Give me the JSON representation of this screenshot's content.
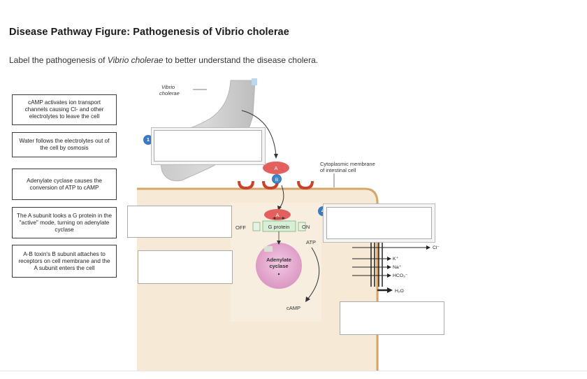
{
  "header": {
    "title": "Disease Pathway Figure: Pathogenesis of Vibrio cholerae",
    "instruction_prefix": "Label the pathogenesis of ",
    "instruction_italic": "Vibrio cholerae",
    "instruction_suffix": " to better understand the disease cholera."
  },
  "label_bank": [
    "cAMP activates ion transport channels causing Cl- and other electrolytes to leave the cell",
    "Water follows the electrolytes out of the cell by osmosis",
    "Adenylate cyclase causes the conversion of ATP to cAMP",
    "The A subunit looks a G protein in the \"active\" mode, turning on adenylate cyclase",
    "A-B toxin's B subunit attaches to receptors on cell membrane and the A subunit enters the cell"
  ],
  "badges": [
    "1",
    "4"
  ],
  "diagram": {
    "vibrio_label_1": "Vibrio",
    "vibrio_label_2": "cholerae",
    "membrane_label_1": "Cytoplasmic membrane",
    "membrane_label_2": "of intestinal cell",
    "subunit_a": "A",
    "subunit_b": "B",
    "off": "OFF",
    "on": "ON",
    "g_protein": "G protein",
    "atp": "ATP",
    "camp": "cAMP",
    "enzyme_1": "Adenylate",
    "enzyme_2": "cyclase",
    "cl": "Cl⁻",
    "k": "K⁺",
    "na": "Na⁺",
    "hco3": "HCO₃⁻",
    "h2o": "H₂O"
  },
  "colors": {
    "cell_fill": "#f6ead7",
    "membrane": "#d6a56a",
    "receptor": "#c9432b",
    "subunit_a": "#e4605f",
    "subunit_b": "#3f86c9",
    "g_protein_box": "#d8eed6",
    "cyclase": "#e2aed0",
    "badge": "#3a79c4"
  }
}
